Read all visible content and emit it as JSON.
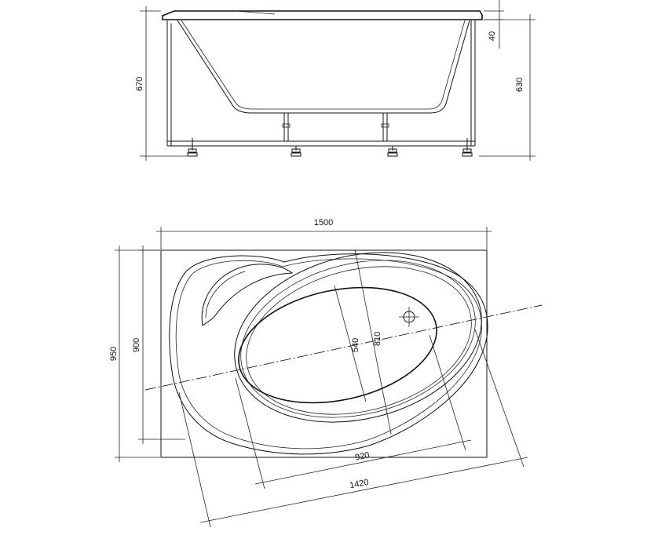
{
  "side_view": {
    "dimensions": {
      "total_height": "670",
      "rim_height": "40",
      "frame_height": "630"
    }
  },
  "top_view": {
    "dimensions": {
      "overall_length": "1500",
      "overall_width": "950",
      "inner_width": "900",
      "bowl_length": "920",
      "rim_length": "1420",
      "bowl_width": "540",
      "rim_width": "810"
    }
  }
}
